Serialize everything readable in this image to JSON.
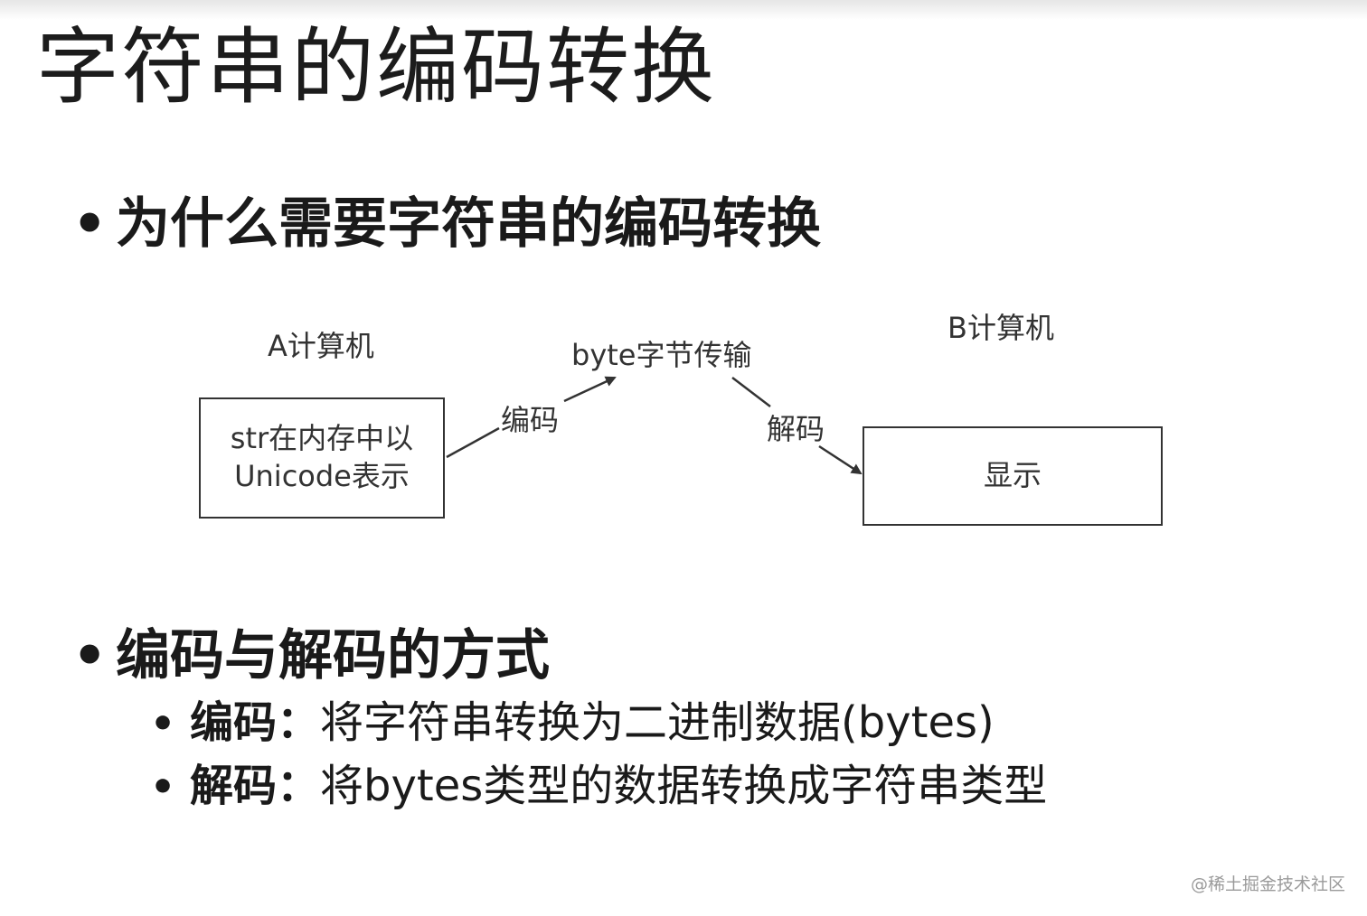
{
  "slide": {
    "title": "字符串的编码转换",
    "bullet1": {
      "dot": "•",
      "text": "为什么需要字符串的编码转换"
    },
    "bullet2": {
      "dot": "•",
      "text": "编码与解码的方式",
      "items": [
        {
          "dot": "•",
          "key": "编码：",
          "value": "将字符串转换为二进制数据(bytes)"
        },
        {
          "dot": "•",
          "key": "解码：",
          "value": "将bytes类型的数据转换成字符串类型"
        }
      ]
    }
  },
  "diagram": {
    "computer_a_label": "A计算机",
    "computer_b_label": "B计算机",
    "transfer_label": "byte字节传输",
    "encode_label": "编码",
    "decode_label": "解码",
    "box_a_line1": "str在内存中以",
    "box_a_line2": "Unicode表示",
    "box_b_text": "显示"
  },
  "watermark": "@稀土掘金技术社区"
}
